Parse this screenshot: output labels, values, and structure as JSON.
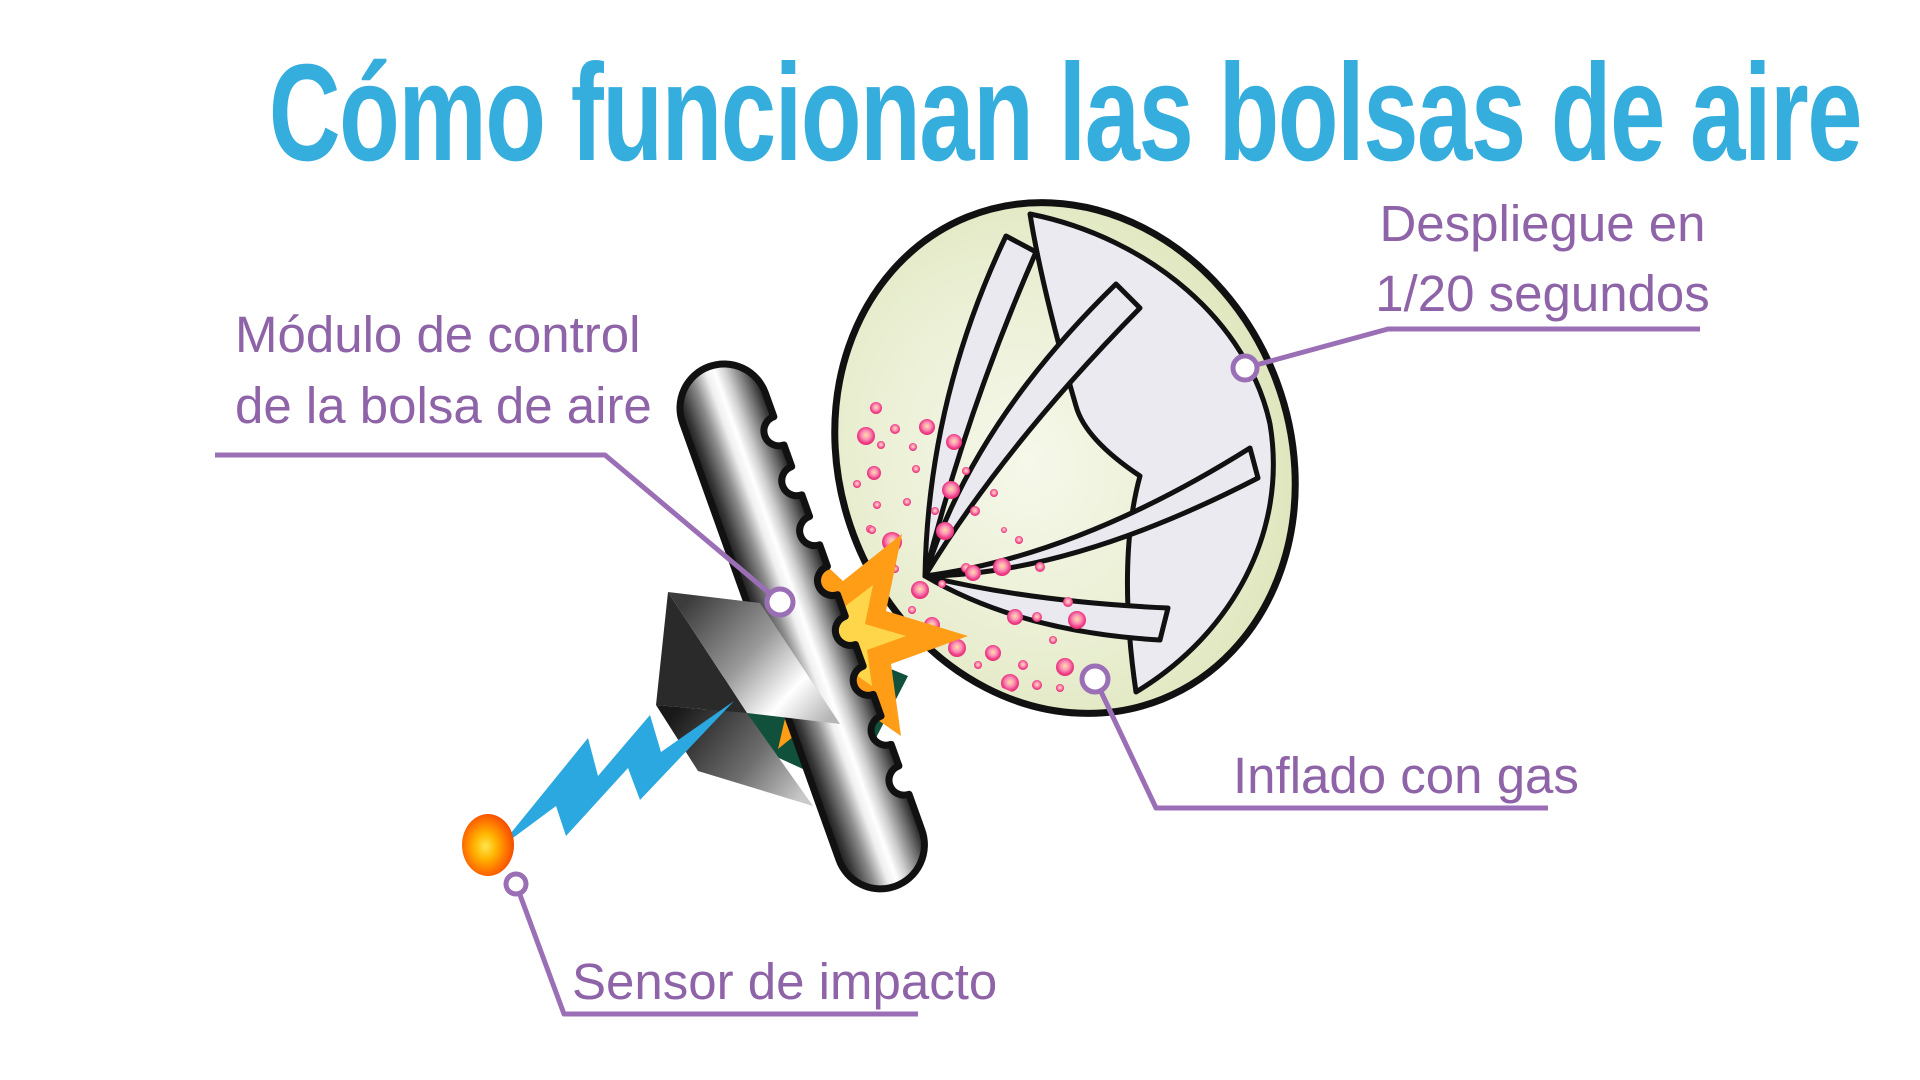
{
  "title": {
    "text": "Cómo funcionan las bolsas de aire"
  },
  "callouts": {
    "modulo": {
      "line1": "Módulo de control",
      "line2": "de la bolsa de aire"
    },
    "despliegue": {
      "line1": "Despliegue en",
      "line2": "1/20 segundos"
    },
    "inflado": {
      "text": "Inflado con gas"
    },
    "sensor": {
      "text": "Sensor de impacto"
    }
  },
  "colors": {
    "background": "#ffffff",
    "title_blue": "#35aedd",
    "callout_text_purple": "#8e63a8",
    "callout_line_purple": "#9b6fb5",
    "lightning_blue": "#2ba8e0",
    "flame_outer_orange": "#ff9d17",
    "flame_inner_yellow": "#ffd54a",
    "inflator_module_green": "#11503a",
    "airbag_green": "#dde5bb",
    "airbag_fold_gray": "#eaeaf0",
    "gas_particle_pink": "#ee3d85",
    "sensor_ball_orange": "#ff7a00",
    "column_gray": "#9a9a9a",
    "outline_black": "#111111"
  },
  "diagram_parts": [
    "airbag",
    "airbag-folds",
    "gas-particles",
    "steering-column",
    "inflator-module",
    "explosion",
    "signal-arrow",
    "lightning-bolt",
    "impact-sensor",
    "callout-leader-lines",
    "callout-markers"
  ]
}
